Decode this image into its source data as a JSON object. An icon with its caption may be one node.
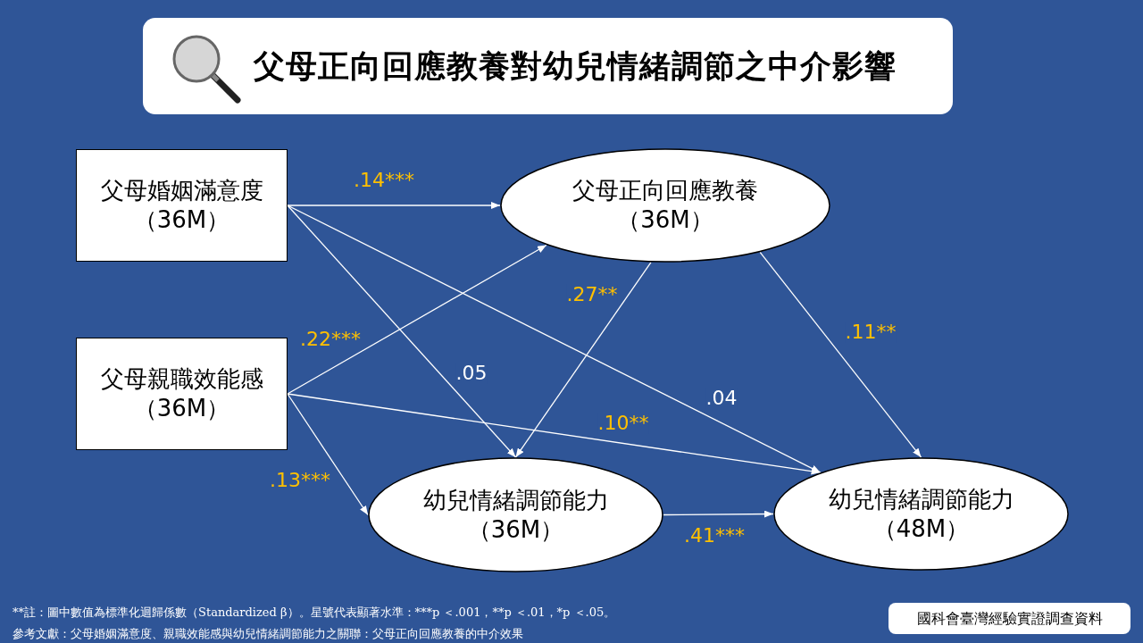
{
  "diagram": {
    "title": "父母正向回應教養對幼兒情緒調節之中介影響",
    "nodes": [
      {
        "text": [
          "父母婚姻滿意度",
          "（36M）"
        ]
      },
      {
        "text": [
          "父母正向回應教養",
          "（36M）"
        ]
      },
      {
        "text": [
          "父母親職效能感",
          "（36M）"
        ]
      },
      {
        "text": [
          "幼兒情緒調節能力",
          "（36M）"
        ]
      },
      {
        "text": [
          "幼兒情緒調節能力",
          "（48M）"
        ]
      },
      {
        "text": [
          "國科會臺灣經驗實證調查資料"
        ]
      }
    ],
    "edges": [
      {
        "from": 0,
        "to": 1,
        "arrow": "to",
        "label": ".14***"
      },
      {
        "from": 0,
        "to": 3,
        "arrow": "to",
        "label": ".05"
      },
      {
        "from": 0,
        "to": 4,
        "arrow": "to",
        "label": ".04"
      },
      {
        "from": 2,
        "to": 1,
        "arrow": "to",
        "label": ".22***"
      },
      {
        "from": 2,
        "to": 4,
        "arrow": "to",
        "label": ".10**"
      },
      {
        "from": 2,
        "to": 3,
        "arrow": "to",
        "label": ".13***"
      },
      {
        "from": 1,
        "to": 3,
        "arrow": "to",
        "label": ".27**"
      },
      {
        "from": 1,
        "to": 4,
        "arrow": "to",
        "label": ".11**"
      },
      {
        "from": 3,
        "to": 4,
        "arrow": "to",
        "label": ".41***"
      }
    ],
    "labels": [
      "**註：圖中數值為標準化迴歸係數（Standardized β）。星號代表顯著水準：***p ＜.001，**p ＜.01，*p ＜.05。",
      "參考文獻：父母婚姻滿意度、親職效能感與幼兒情緒調節能力之關聯：父母正向回應教養的中介效果"
    ]
  }
}
